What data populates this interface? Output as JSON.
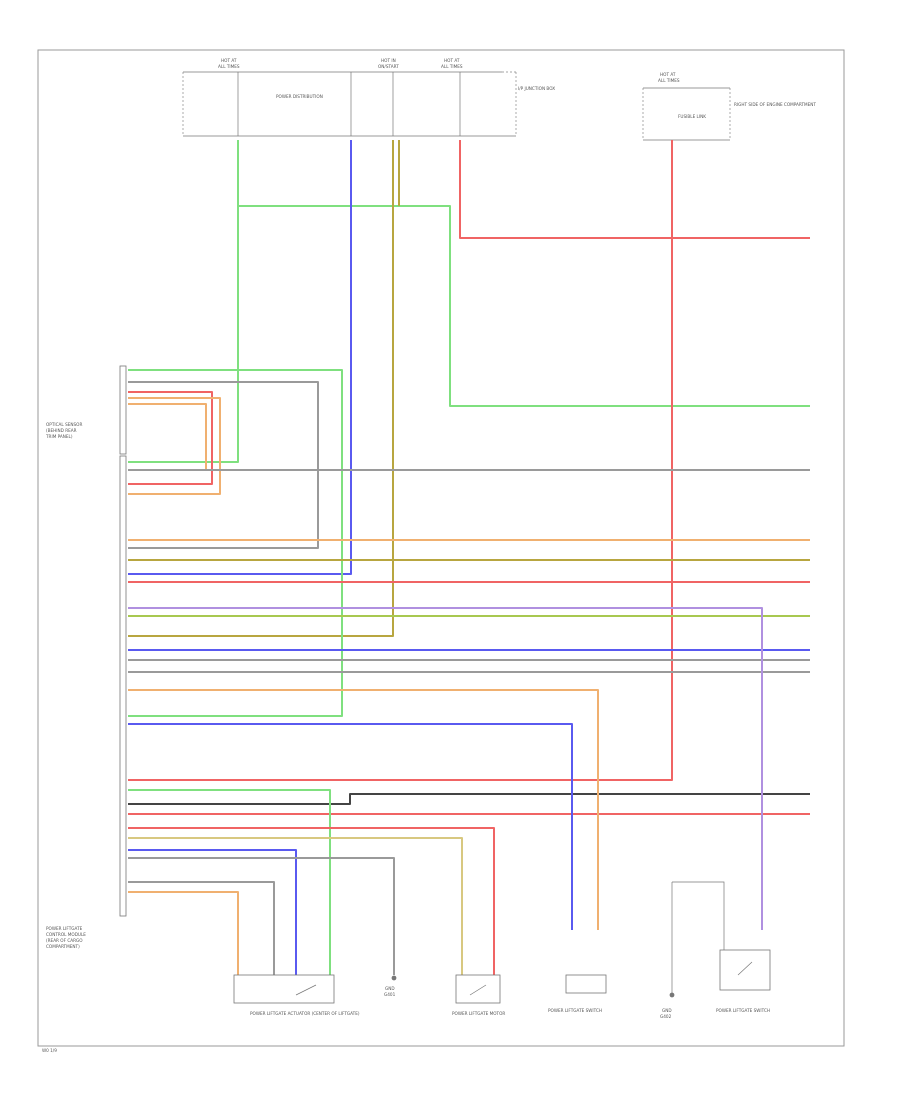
{
  "colors": {
    "green": "#7fe07f",
    "blue": "#5a5af0",
    "olive": "#b8a640",
    "red": "#f06464",
    "gray": "#9a9a9a",
    "orange": "#f0b070",
    "yellowgreen": "#a8c850",
    "tan": "#d8c880",
    "black": "#444444",
    "pink": "#f09090",
    "violet": "#b090e0"
  },
  "header": {
    "fuse_left_1": "HOT AT",
    "fuse_left_2": "ALL TIMES",
    "power_distribution": "POWER DISTRIBUTION",
    "fuse_mid_1": "HOT IN",
    "fuse_mid_2": "ON/START",
    "fuse_right_1": "HOT AT",
    "fuse_right_2": "ALL TIMES",
    "ip_junction_box": "I/P JUNCTION BOX",
    "fuse_far_1": "HOT AT",
    "fuse_far_2": "ALL TIMES",
    "fusible_link": "FUSIBLE LINK",
    "far_box_label": "RIGHT SIDE OF ENGINE COMPARTMENT"
  },
  "module": {
    "title_1": "POWER LIFTGATE",
    "title_2": "CONTROL MODULE",
    "title_3": "(REAR OF CARGO",
    "title_4": "COMPARTMENT)",
    "sensor_title_1": "OPTICAL SENSOR",
    "sensor_title_2": "(BEHIND REAR",
    "sensor_title_3": "TRIM PANEL)"
  },
  "components": {
    "latch_motor": "POWER LIFTGATE ACTUATOR (CENTER OF LIFTGATE)",
    "ground_left": "GND",
    "ground_left_sub": "G401",
    "motor_center": "POWER LIFTGATE MOTOR",
    "switch_center": "POWER LIFTGATE SWITCH",
    "ground_right": "GND",
    "ground_right_sub": "G402",
    "switch_right": "POWER LIFTGATE SWITCH"
  },
  "footer": {
    "figure_id": "W0 1/9"
  }
}
